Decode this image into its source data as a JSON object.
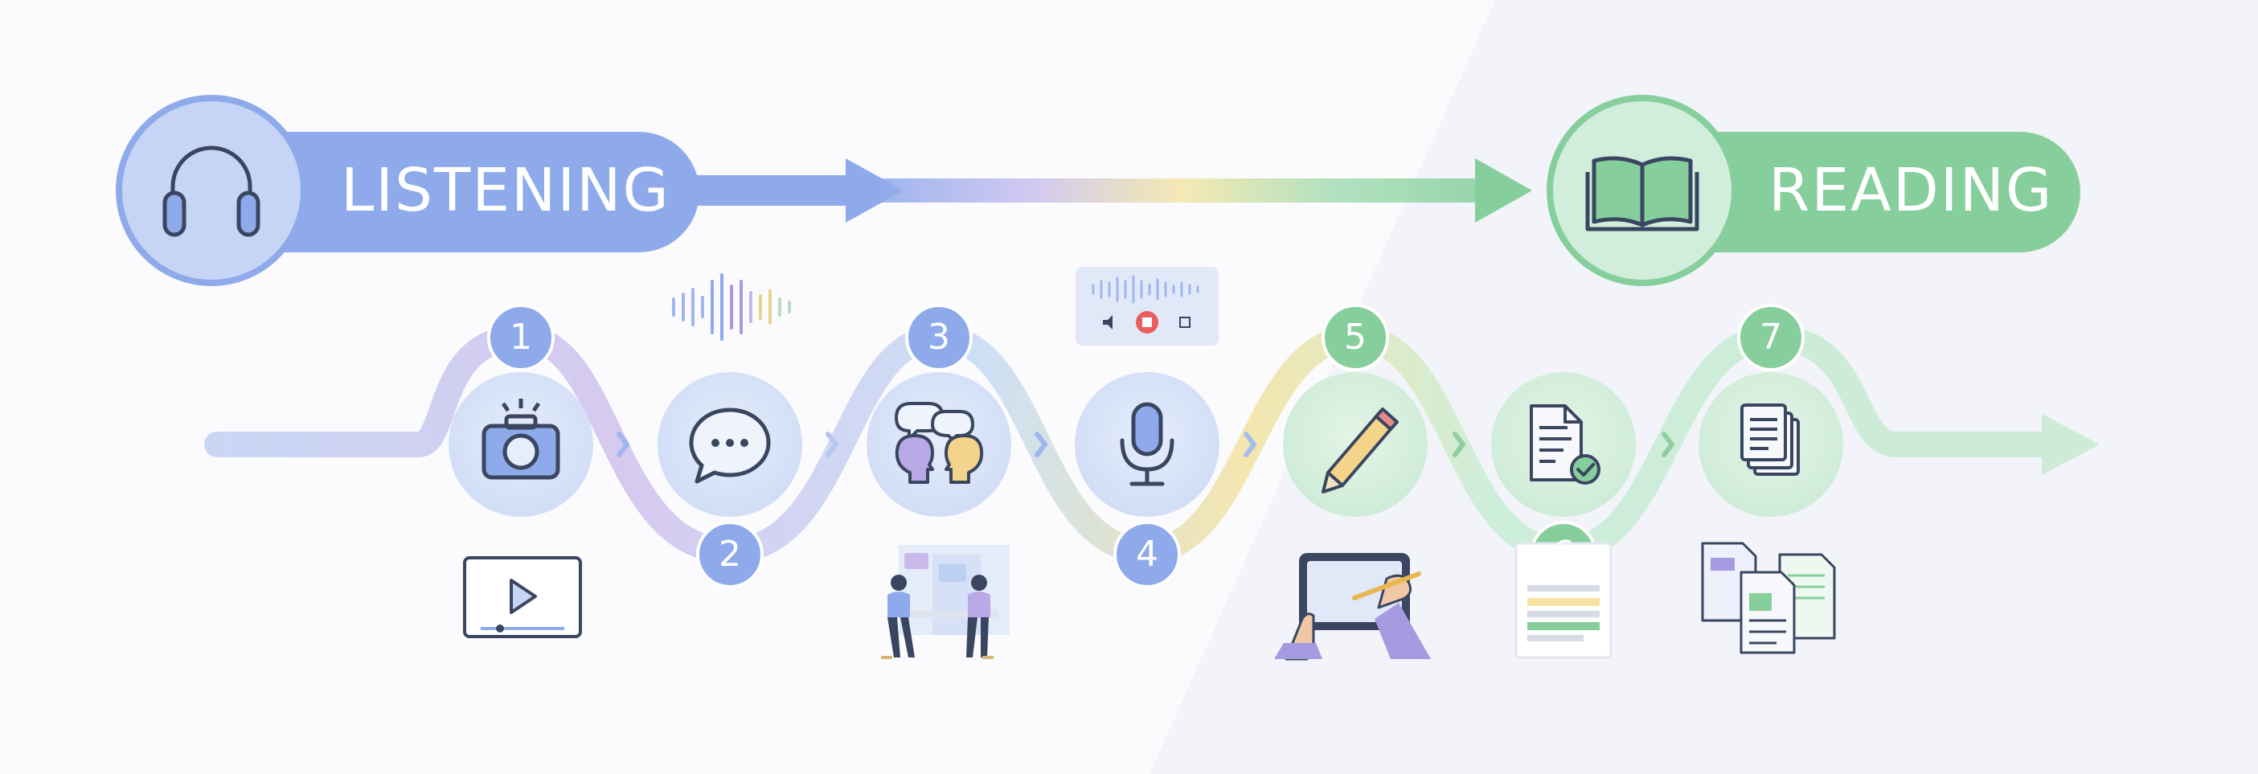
{
  "phases": {
    "listening": {
      "label": "LISTENING",
      "icon": "headphones-icon",
      "color": "#8faaea"
    },
    "reading": {
      "label": "READING",
      "icon": "open-book-icon",
      "color": "#86cf9c"
    }
  },
  "steps": [
    {
      "number": "1",
      "icon": "camera-icon",
      "illustration": "video-player-icon"
    },
    {
      "number": "2",
      "icon": "speech-bubble-icon",
      "illustration": "sound-wave-icon"
    },
    {
      "number": "3",
      "icon": "conversation-heads-icon",
      "illustration": "two-people-talking-icon"
    },
    {
      "number": "4",
      "icon": "microphone-icon",
      "illustration": "audio-recorder-icon"
    },
    {
      "number": "5",
      "icon": "pencil-icon",
      "illustration": "tablet-writing-icon"
    },
    {
      "number": "6",
      "icon": "checked-document-icon",
      "illustration": "highlighted-page-icon"
    },
    {
      "number": "7",
      "icon": "document-stack-icon",
      "illustration": "document-collection-icon"
    }
  ],
  "colors": {
    "blue": "#8faaea",
    "blue_light": "#d6e1f8",
    "purple": "#c9b8ea",
    "yellow": "#f4e3a0",
    "green": "#86cf9c",
    "green_light": "#d3efdc",
    "icon_stroke": "#3a4660"
  }
}
